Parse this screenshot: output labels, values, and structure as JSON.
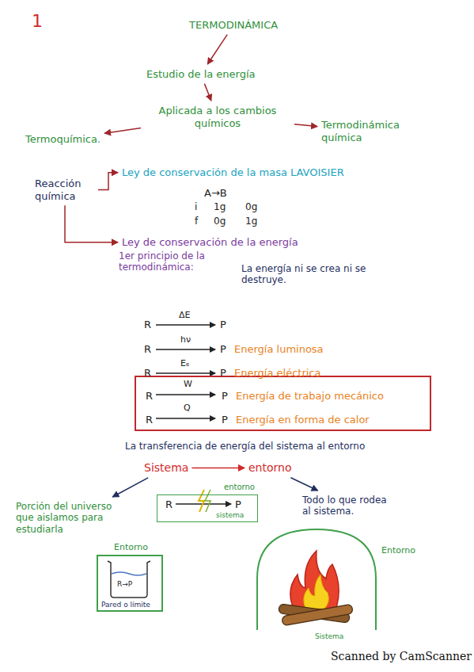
{
  "diagram": {
    "nodes": [
      {
        "text": [
          "TERMODINÁMICA"
        ]
      },
      {
        "text": [
          "Estudio de la energía"
        ]
      },
      {
        "text": [
          "Aplicada a los cambios químicos"
        ]
      },
      {
        "text": [
          "Termoquímica."
        ]
      },
      {
        "text": [
          "Termodinámica química"
        ]
      },
      {
        "text": [
          "Reacción química"
        ]
      },
      {
        "text": [
          "Ley de conservación de la masa LAVOISIER"
        ]
      },
      {
        "text": [
          "Ley de conservación de la energía"
        ]
      },
      {
        "text": [
          "R",
          "W",
          "P",
          "Energía de trabajo mecánico",
          "R",
          "Q",
          "P",
          "Energía en forma de calor"
        ]
      },
      {
        "text": [
          "Sistema"
        ]
      },
      {
        "text": [
          "entorno"
        ]
      },
      {
        "text": [
          "Porción del universo que aislamos para estudiarla"
        ]
      },
      {
        "text": [
          "Todo lo que rodea al sistema."
        ]
      },
      {
        "text": [
          "R",
          "P",
          "entorno",
          "sistema"
        ]
      },
      {
        "text": [
          "Entorno",
          "R→P",
          "Pared o límite"
        ]
      }
    ],
    "edges": [
      {
        "from": 0,
        "to": 1,
        "arrow": "to"
      },
      {
        "from": 1,
        "to": 2,
        "arrow": "to"
      },
      {
        "from": 2,
        "to": 3,
        "arrow": "to"
      },
      {
        "from": 2,
        "to": 4,
        "arrow": "to"
      },
      {
        "from": 5,
        "to": 6,
        "arrow": "to"
      },
      {
        "from": 5,
        "to": 7,
        "arrow": "to"
      },
      {
        "from": 9,
        "to": 10,
        "arrow": "to"
      },
      {
        "from": 9,
        "to": 11,
        "arrow": "to"
      },
      {
        "from": 10,
        "to": 12,
        "arrow": "to"
      }
    ],
    "labels": [
      "1",
      "A→B",
      "i",
      "1g",
      "0g",
      "f",
      "0g",
      "1g",
      "1er principio de la termodinámica:",
      "La energía ni se crea ni se destruye.",
      "R",
      "ΔE",
      "P",
      "R",
      "hν",
      "P",
      "Energía luminosa",
      "R",
      "Eₑ",
      "P",
      "Energía eléctrica",
      "La transferencia de energía del sistema al entorno",
      "Entorno",
      "Sistema",
      "Scanned by CamScanner"
    ]
  }
}
